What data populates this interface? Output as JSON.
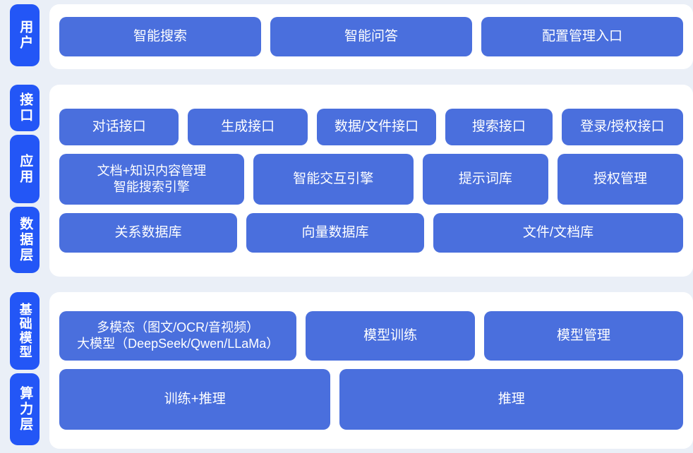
{
  "colors": {
    "background": "#eaeff7",
    "panel": "#ffffff",
    "card": "#4a6fdd",
    "rail_tab": "#2356f6",
    "text_on_blue": "#ffffff"
  },
  "sections": [
    {
      "id": "user",
      "rail_tabs": [
        {
          "label": "用户"
        }
      ],
      "rows": [
        {
          "id": "user-entries",
          "cards": [
            {
              "label": "智能搜索",
              "flex": 1
            },
            {
              "label": "智能问答",
              "flex": 1
            },
            {
              "label": "配置管理入口",
              "flex": 1
            }
          ]
        }
      ]
    },
    {
      "id": "middle",
      "rail_tabs": [
        {
          "label": "接口"
        },
        {
          "label": "应用"
        },
        {
          "label": "数据层"
        }
      ],
      "rows": [
        {
          "id": "interface",
          "cards": [
            {
              "label": "对话接口",
              "flex": 1
            },
            {
              "label": "生成接口",
              "flex": 1
            },
            {
              "label": "数据/文件接口",
              "flex": 1
            },
            {
              "label": "搜索接口",
              "flex": 0.88
            },
            {
              "label": "登录/授权接口",
              "flex": 1.02
            }
          ]
        },
        {
          "id": "application",
          "cards": [
            {
              "label": "文档+知识内容管理\n智能搜索引擎",
              "flex": 1.33,
              "multiline": true
            },
            {
              "label": "智能交互引擎",
              "flex": 1.14
            },
            {
              "label": "提示词库",
              "flex": 0.87
            },
            {
              "label": "授权管理",
              "flex": 0.87
            }
          ]
        },
        {
          "id": "data",
          "cards": [
            {
              "label": "关系数据库",
              "flex": 1
            },
            {
              "label": "向量数据库",
              "flex": 1
            },
            {
              "label": "文件/文档库",
              "flex": 1.44
            }
          ]
        }
      ]
    },
    {
      "id": "bottom",
      "rail_tabs": [
        {
          "label": "基础模型"
        },
        {
          "label": "算力层"
        }
      ],
      "rows": [
        {
          "id": "model",
          "cards": [
            {
              "label": "多模态（图文/OCR/音视频）\n大模型（DeepSeek/Qwen/LLaMa）",
              "flex": 1.34,
              "multiline": true
            },
            {
              "label": "模型训练",
              "flex": 0.93
            },
            {
              "label": "模型管理",
              "flex": 1.11
            }
          ]
        },
        {
          "id": "compute",
          "cards": [
            {
              "label": "训练+推理",
              "flex": 1
            },
            {
              "label": "推理",
              "flex": 1.28
            }
          ]
        }
      ]
    }
  ]
}
